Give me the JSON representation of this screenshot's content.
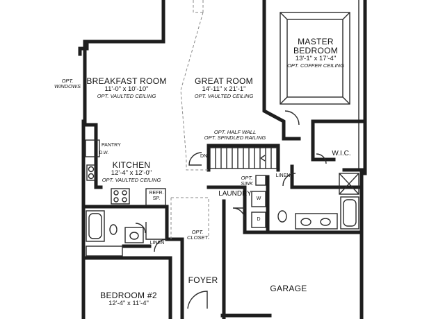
{
  "rooms": {
    "breakfast": {
      "name": "BREAKFAST ROOM",
      "dims": "11'-0\" x 10'-10\"",
      "note": "OPT. VAULTED CEILING"
    },
    "great": {
      "name": "GREAT ROOM",
      "dims": "14'-11\" x 21'-1\"",
      "note": "OPT. VAULTED CEILING"
    },
    "master": {
      "name_line1": "MASTER",
      "name_line2": "BEDROOM",
      "dims": "13'-1\" x 17'-4\"",
      "note": "OPT. COFFER CEILING"
    },
    "kitchen": {
      "name": "KITCHEN",
      "dims": "12'-4\" x 12'-0\"",
      "note": "OPT. VAULTED CEILING"
    },
    "bedroom2": {
      "name": "BEDROOM #2",
      "dims": "12'-4\" x 11'-4\""
    },
    "foyer": {
      "name": "FOYER"
    },
    "garage": {
      "name": "GARAGE"
    },
    "laundry": {
      "name": "LAUNDRY"
    },
    "wic": {
      "name": "W.I.C."
    }
  },
  "labels": {
    "opt_windows_1": "OPT.",
    "opt_windows_2": "WINDOWS",
    "half_wall_1": "OPT. HALF WALL",
    "half_wall_2": "OPT. SPINDLED RAILING",
    "pantry": "PANTRY",
    "dw": "D.W.",
    "dn": "DN.",
    "opt_sink_1": "OPT.",
    "opt_sink_2": "SINK",
    "linen_upper": "LINEN",
    "linen_lower": "LINEN",
    "refr_1": "REFR.",
    "refr_2": "SP.",
    "opt_closet_1": "OPT.",
    "opt_closet_2": "CLOSET",
    "washer": "W",
    "dryer": "D"
  }
}
